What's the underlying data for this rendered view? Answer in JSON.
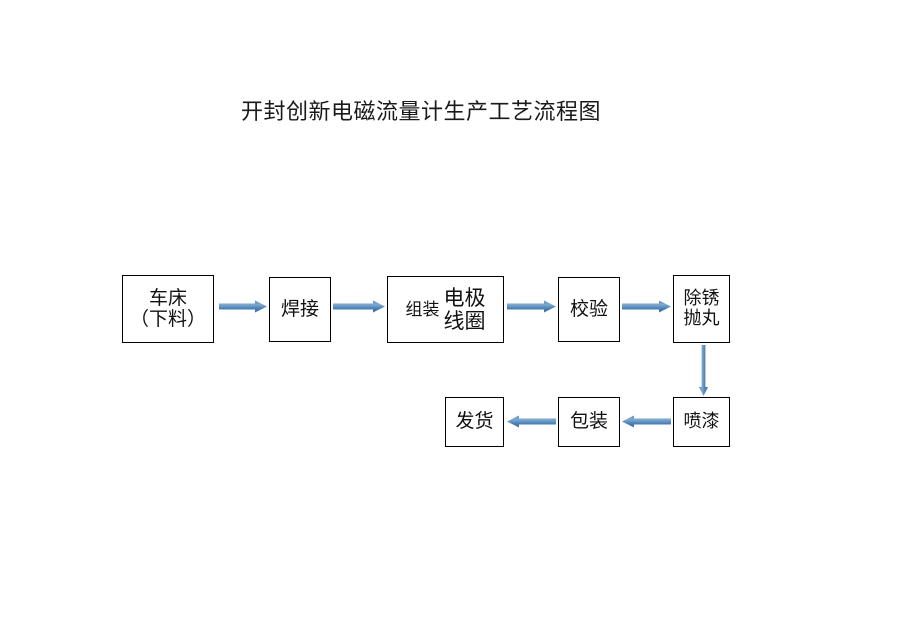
{
  "document": {
    "title": "开封创新电磁流量计生产工艺流程图",
    "background_color": "#ffffff",
    "text_color": "#111111"
  },
  "style": {
    "arrow_color": "#4d82b8",
    "arrow_highlight": "#7ea9ce",
    "arrow_shadow": "#3d6d9e",
    "box_border_color": "#000000",
    "box_fill": "#ffffff"
  },
  "diagram": {
    "type": "process-flowchart",
    "orientation": "left-to-right, then snake down right-to-left",
    "nodes": [
      {
        "id": "lathe",
        "label_lines": [
          "车床",
          "（下料）"
        ],
        "row": 1,
        "order": 1
      },
      {
        "id": "weld",
        "label_lines": [
          "焊接"
        ],
        "row": 1,
        "order": 2
      },
      {
        "id": "assemble",
        "label_lines": [
          "组装"
        ],
        "sub_lines": [
          "电极",
          "线圈"
        ],
        "row": 1,
        "order": 3
      },
      {
        "id": "verify",
        "label_lines": [
          "校验"
        ],
        "row": 1,
        "order": 4
      },
      {
        "id": "derust",
        "label_lines": [
          "除锈",
          "抛丸"
        ],
        "row": 1,
        "order": 5
      },
      {
        "id": "paint",
        "label_lines": [
          "喷漆"
        ],
        "row": 2,
        "order": 6
      },
      {
        "id": "package",
        "label_lines": [
          "包装"
        ],
        "row": 2,
        "order": 7
      },
      {
        "id": "ship",
        "label_lines": [
          "发货"
        ],
        "row": 2,
        "order": 8
      }
    ],
    "edges": [
      {
        "from": "lathe",
        "to": "weld",
        "direction": "right"
      },
      {
        "from": "weld",
        "to": "assemble",
        "direction": "right"
      },
      {
        "from": "assemble",
        "to": "verify",
        "direction": "right"
      },
      {
        "from": "verify",
        "to": "derust",
        "direction": "right"
      },
      {
        "from": "derust",
        "to": "paint",
        "direction": "down"
      },
      {
        "from": "paint",
        "to": "package",
        "direction": "left"
      },
      {
        "from": "package",
        "to": "ship",
        "direction": "left"
      }
    ]
  },
  "nodes": {
    "lathe": {
      "line1": "车床",
      "line2": "（下料）"
    },
    "weld": {
      "line1": "焊接"
    },
    "assemble": {
      "left": "组装",
      "right_line1": "电极",
      "right_line2": "线圈"
    },
    "verify": {
      "line1": "校验"
    },
    "derust": {
      "line1": "除锈",
      "line2": "抛丸"
    },
    "paint": {
      "line1": "喷漆"
    },
    "package": {
      "line1": "包装"
    },
    "ship": {
      "line1": "发货"
    }
  }
}
